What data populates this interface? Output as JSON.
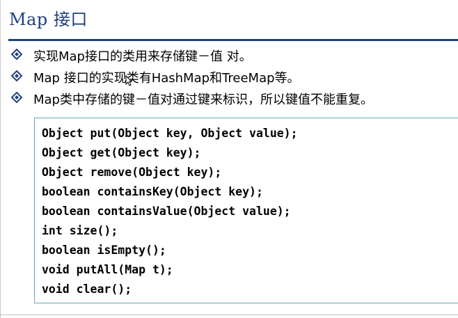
{
  "slide": {
    "title": "Map 接口",
    "bullets": [
      {
        "text": "实现Map接口的类用来存储键－值 对。",
        "icon": "diamond-bullet-icon"
      },
      {
        "text": "Map 接口的实现类有HashMap和TreeMap等。",
        "icon": "diamond-bullet-icon"
      },
      {
        "text": "Map类中存储的键－值对通过键来标识，所以键值不能重复。",
        "icon": "diamond-bullet-icon"
      }
    ],
    "code_lines": [
      "Object put(Object key, Object value);",
      "Object get(Object key);",
      "Object remove(Object key);",
      "boolean containsKey(Object key);",
      "boolean containsValue(Object value);",
      "int size();",
      "boolean isEmpty();",
      "void putAll(Map t);",
      "void clear();"
    ]
  },
  "colors": {
    "title": "#1f3f7f",
    "bullet_diamond": "#1f3f7f",
    "code_border": "#6aa7b8"
  }
}
